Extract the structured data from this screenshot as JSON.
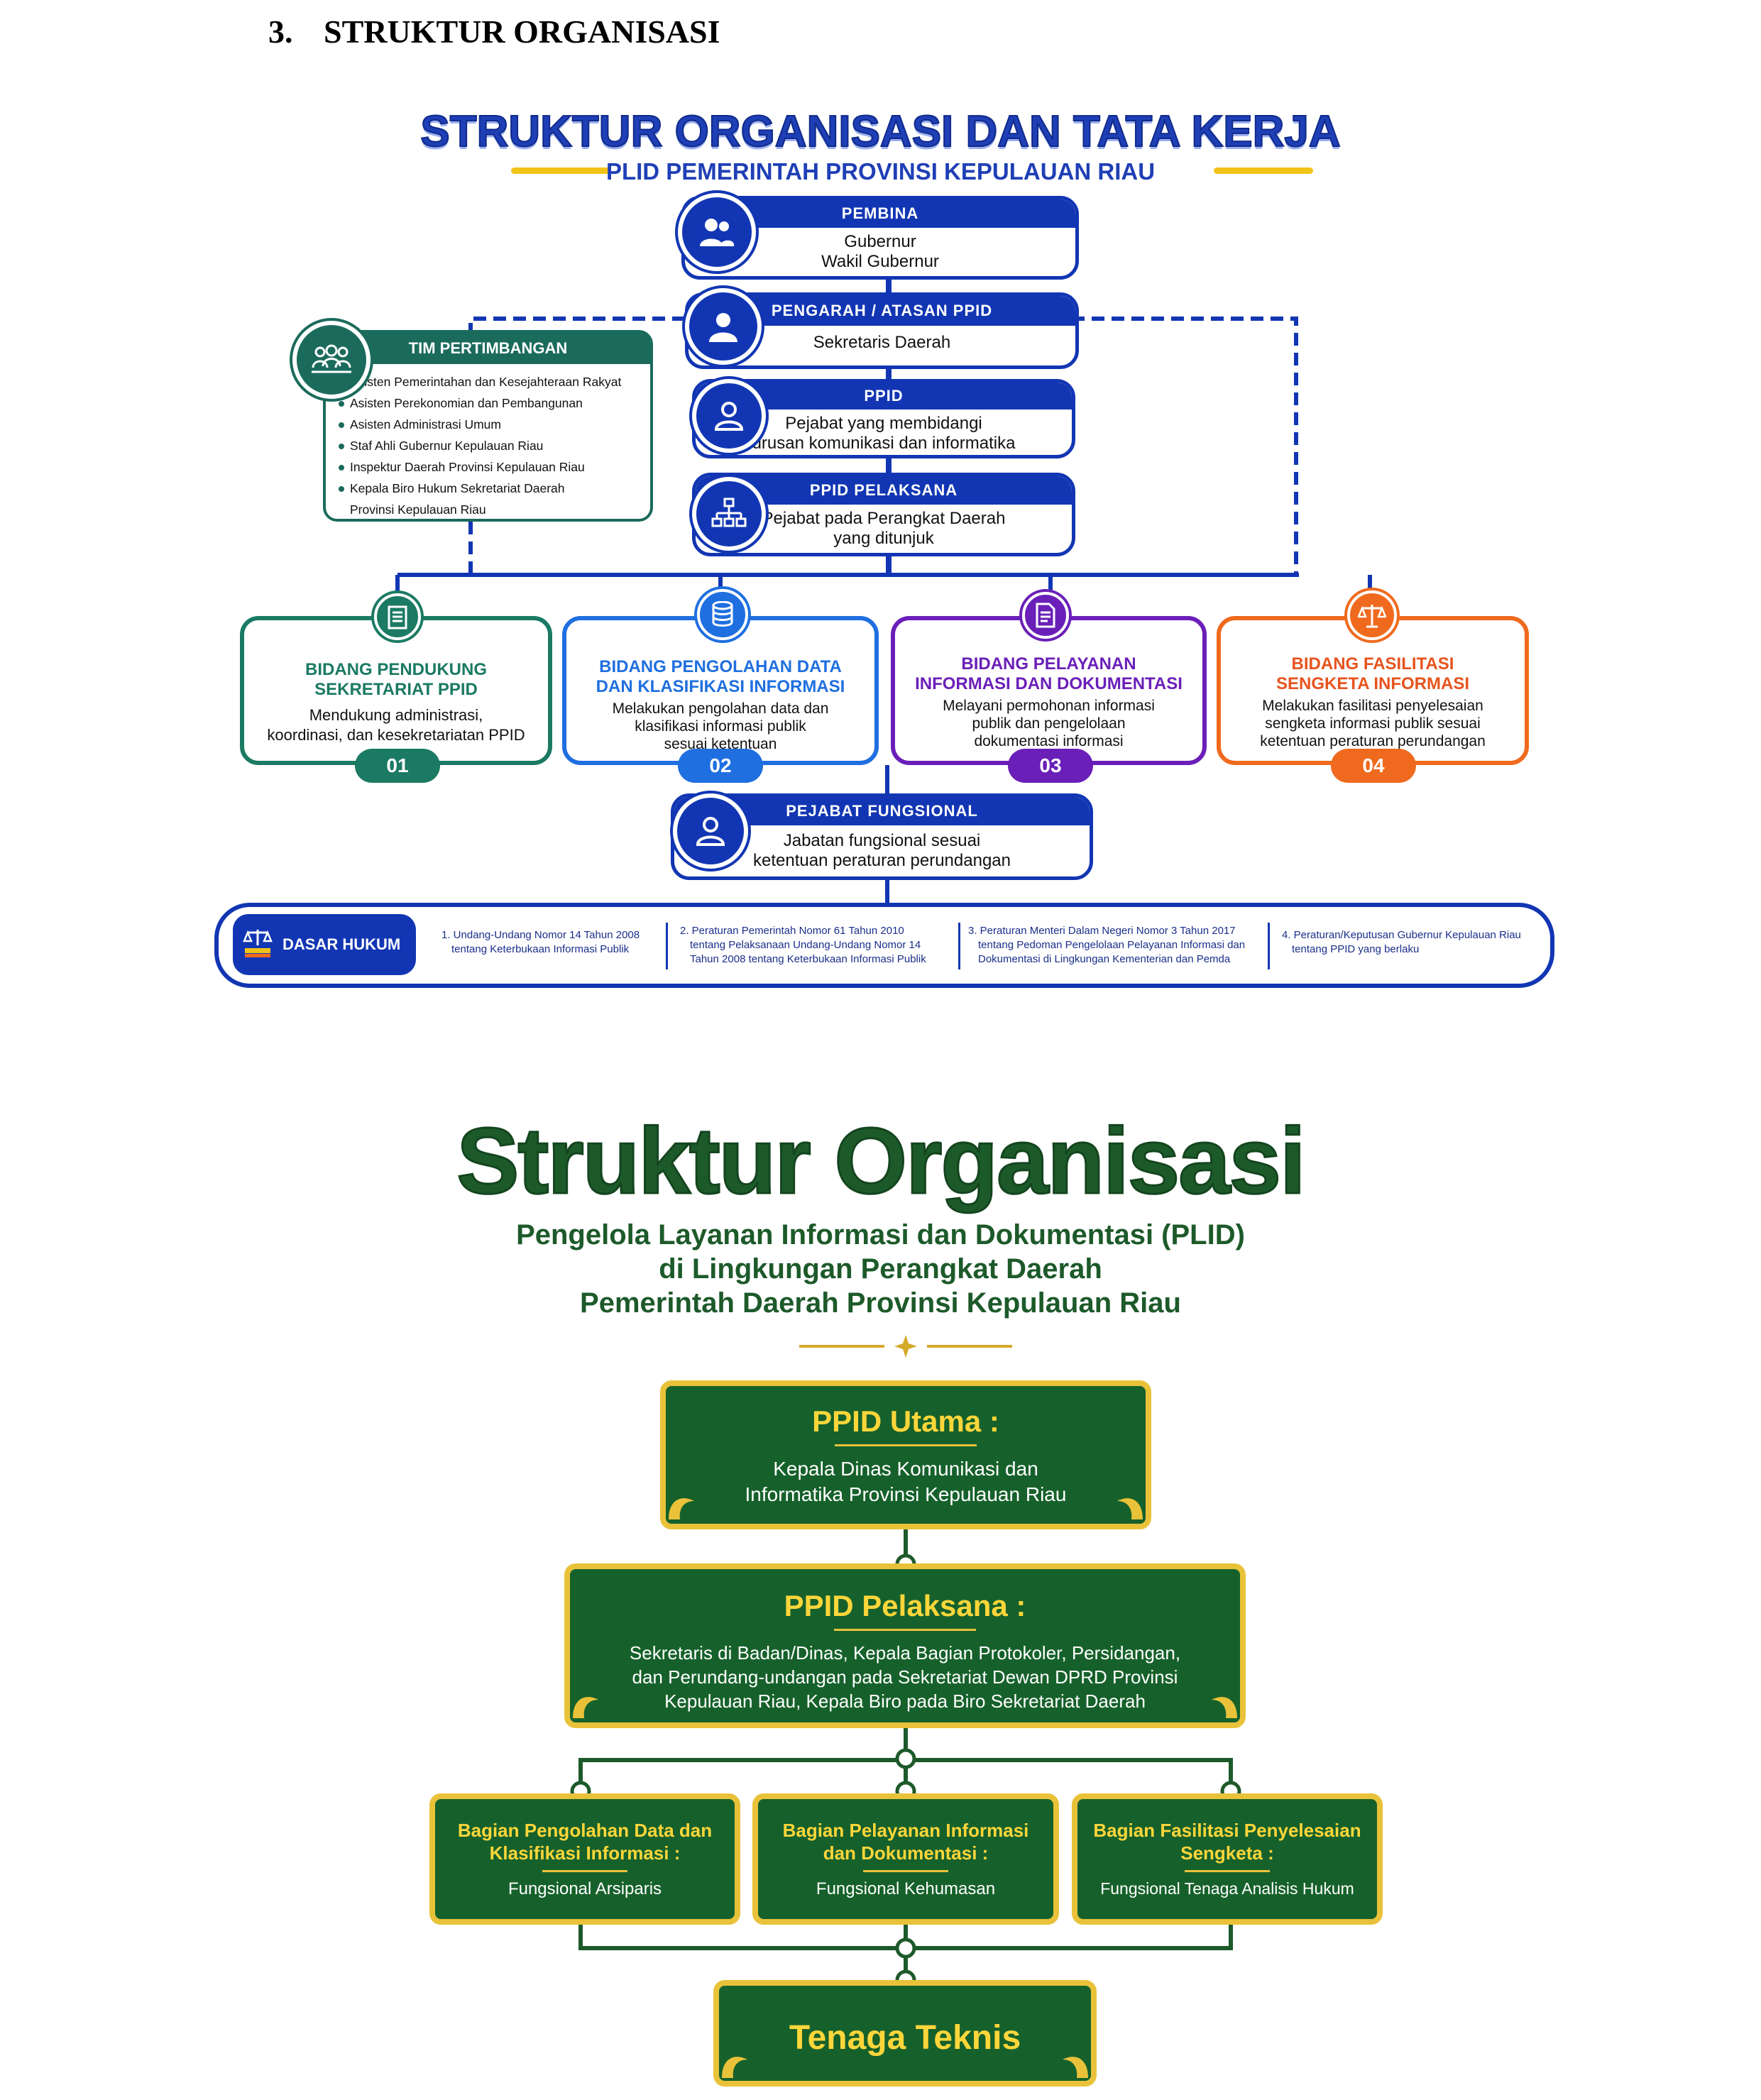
{
  "heading": {
    "number": "3.",
    "title": "STRUKTUR ORGANISASI"
  },
  "chart1": {
    "title": "STRUKTUR ORGANISASI DAN TATA KERJA",
    "subtitle": "PLID PEMERINTAH PROVINSI KEPULAUAN RIAU",
    "pembina": {
      "title": "PEMBINA",
      "line1": "Gubernur",
      "line2": "Wakil Gubernur"
    },
    "pengarah": {
      "title": "PENGARAH / ATASAN PPID",
      "line1": "Sekretaris Daerah"
    },
    "ppid": {
      "title": "PPID",
      "line1": "Pejabat yang membidangi",
      "line2": "urusan komunikasi dan informatika"
    },
    "pelaksana": {
      "title": "PPID PELAKSANA",
      "line1": "Pejabat pada Perangkat Daerah",
      "line2": "yang ditunjuk"
    },
    "tim": {
      "title": "TIM PERTIMBANGAN",
      "items": [
        "Asisten Pemerintahan dan Kesejahteraan Rakyat",
        "Asisten Perekonomian dan Pembangunan",
        "Asisten Administrasi Umum",
        "Staf Ahli Gubernur Kepulauan Riau",
        "Inspektur Daerah Provinsi Kepulauan Riau",
        "Kepala Biro Hukum Sekretariat Daerah",
        "Provinsi Kepulauan Riau"
      ]
    },
    "bidang": [
      {
        "t1": "BIDANG PENDUKUNG",
        "t2": "SEKRETARIAT PPID",
        "d1": "Mendukung administrasi,",
        "d2": "koordinasi, dan kesekretariatan PPID",
        "d3": "",
        "num": "01",
        "color": "#1b7a63"
      },
      {
        "t1": "BIDANG PENGOLAHAN DATA",
        "t2": "DAN KLASIFIKASI INFORMASI",
        "d1": "Melakukan pengolahan data dan",
        "d2": "klasifikasi informasi publik",
        "d3": "sesuai ketentuan",
        "num": "02",
        "color": "#1f6fe0"
      },
      {
        "t1": "BIDANG PELAYANAN",
        "t2": "INFORMASI DAN DOKUMENTASI",
        "d1": "Melayani permohonan informasi",
        "d2": "publik dan pengelolaan",
        "d3": "dokumentasi informasi",
        "num": "03",
        "color": "#6a1fb8"
      },
      {
        "t1": "BIDANG FASILITASI",
        "t2": "SENGKETA INFORMASI",
        "d1": "Melakukan fasilitasi penyelesaian",
        "d2": "sengketa informasi publik sesuai",
        "d3": "ketentuan peraturan perundangan",
        "num": "04",
        "color": "#ef6a1e"
      }
    ],
    "fungsional": {
      "title": "PEJABAT FUNGSIONAL",
      "line1": "Jabatan fungsional sesuai",
      "line2": "ketentuan peraturan perundangan"
    },
    "dasar": {
      "label": "DASAR HUKUM",
      "laws": [
        {
          "l1": "1. Undang-Undang Nomor 14 Tahun 2008",
          "l2": "tentang Keterbukaan Informasi Publik",
          "l3": ""
        },
        {
          "l1": "2. Peraturan Pemerintah Nomor 61 Tahun 2010",
          "l2": "tentang Pelaksanaan Undang-Undang Nomor 14",
          "l3": "Tahun 2008 tentang Keterbukaan Informasi Publik"
        },
        {
          "l1": "3. Peraturan Menteri Dalam Negeri Nomor 3 Tahun 2017",
          "l2": "tentang Pedoman Pengelolaan Pelayanan Informasi dan",
          "l3": "Dokumentasi di Lingkungan Kementerian dan Pemda"
        },
        {
          "l1": "4. Peraturan/Keputusan Gubernur Kepulauan Riau",
          "l2": "tentang PPID yang berlaku",
          "l3": ""
        }
      ]
    }
  },
  "chart2": {
    "title": "Struktur Organisasi",
    "sub1": "Pengelola Layanan Informasi dan Dokumentasi (PLID)",
    "sub2": "di Lingkungan Perangkat Daerah",
    "sub3": "Pemerintah Daerah Provinsi Kepulauan Riau",
    "utama": {
      "title": "PPID Utama :",
      "d1": "Kepala Dinas Komunikasi dan",
      "d2": "Informatika Provinsi Kepulauan Riau"
    },
    "pelaksana": {
      "title": "PPID Pelaksana :",
      "d1": "Sekretaris di Badan/Dinas, Kepala Bagian Protokoler, Persidangan,",
      "d2": "dan Perundang-undangan pada Sekretariat Dewan DPRD Provinsi",
      "d3": "Kepulauan Riau, Kepala Biro pada Biro Sekretariat Daerah"
    },
    "bagian": [
      {
        "t1": "Bagian Pengolahan Data dan",
        "t2": "Klasifikasi Informasi :",
        "d": "Fungsional Arsiparis"
      },
      {
        "t1": "Bagian Pelayanan Informasi",
        "t2": "dan Dokumentasi :",
        "d": "Fungsional Kehumasan"
      },
      {
        "t1": "Bagian Fasilitasi Penyelesaian",
        "t2": "Sengketa :",
        "d": "Fungsional Tenaga Analisis Hukum"
      }
    ],
    "teknis": {
      "title": "Tenaga Teknis"
    }
  }
}
